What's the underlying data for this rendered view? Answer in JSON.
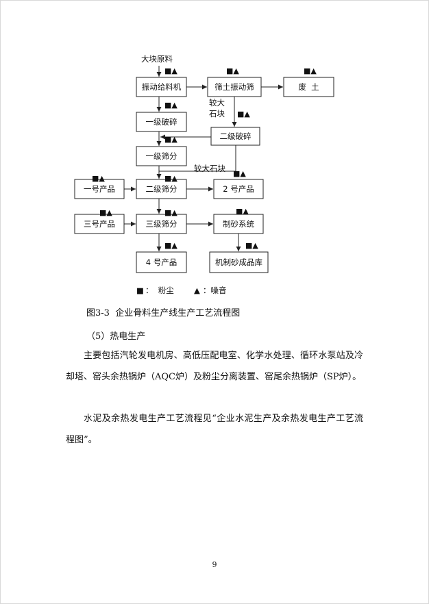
{
  "flowchart": {
    "input_label": "大块原料",
    "nodes": {
      "feeder": "振动给料机",
      "screen_soil": "筛土振动筛",
      "waste_soil": "废  土",
      "primary_crush": "一级破碎",
      "secondary_crush": "二级破碎",
      "primary_screen": "一级筛分",
      "secondary_screen": "二级筛分",
      "tertiary_screen": "三级筛分",
      "product_1": "一号产品",
      "product_2": "2 号产品",
      "product_3": "三号产品",
      "product_4": "4 号产品",
      "sand_system": "制砂系统",
      "sand_storage": "机制砂成品库"
    },
    "edge_labels": {
      "large_stone_1_line1": "较大",
      "large_stone_1_line2": "石块",
      "large_stone_2": "较大石块"
    },
    "marker": "■▲",
    "legend": {
      "dust_symbol": "■",
      "dust_text": "：  粉尘",
      "noise_symbol": "▲",
      "noise_text": "：噪音"
    }
  },
  "caption": "图3-3  企业骨料生产线生产工艺流程图",
  "section_heading": "（5）热电生产",
  "paragraphs": [
    "主要包括汽轮发电机房、高低压配电室、化学水处理、循环水泵站及冷却塔、窑头余热锅炉（AQC炉）及粉尘分离装置、窑尾余热锅炉（SP炉）。",
    "水泥及余热发电生产工艺流程见“企业水泥生产及余热发电生产工艺流程图”。"
  ],
  "page_number": "9"
}
